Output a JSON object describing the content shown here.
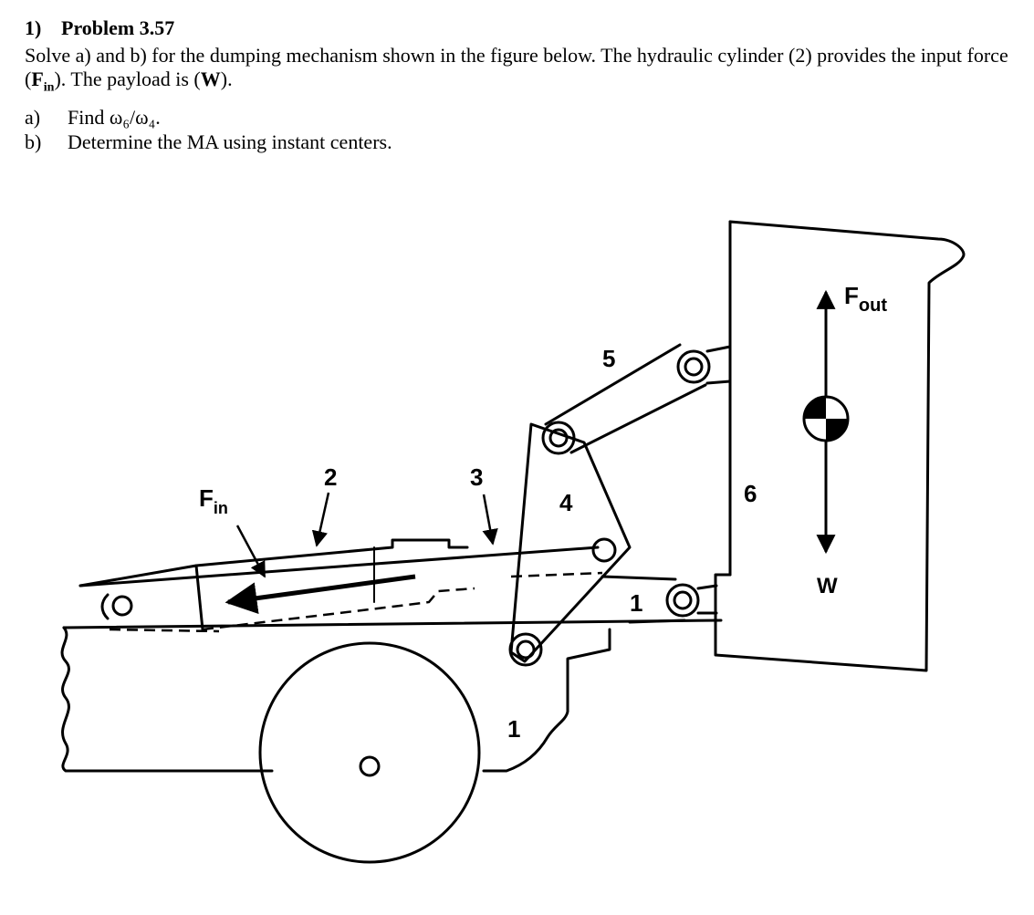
{
  "problem": {
    "number": "1)",
    "title": "Problem 3.57",
    "statement": "Solve a) and b) for the dumping mechanism shown in the figure below. The hydraulic cylinder (2) provides the input force (",
    "fin_symbol": "F",
    "fin_sub": "in",
    "statement_mid": "). The payload is (",
    "payload_symbol": "W",
    "statement_end": ").",
    "tasks": [
      {
        "label": "a)",
        "text": "Find ω₆/ω₄."
      },
      {
        "label": "b)",
        "text": "Determine the MA using instant centers."
      }
    ]
  },
  "figure": {
    "labels": {
      "link2": "2",
      "link3": "3",
      "link4": "4",
      "link5": "5",
      "link6": "6",
      "ground_a": "1",
      "ground_b": "1",
      "force_in": "F",
      "force_in_sub": "in",
      "force_out": "F",
      "force_out_sub": "out",
      "weight": "W"
    }
  }
}
